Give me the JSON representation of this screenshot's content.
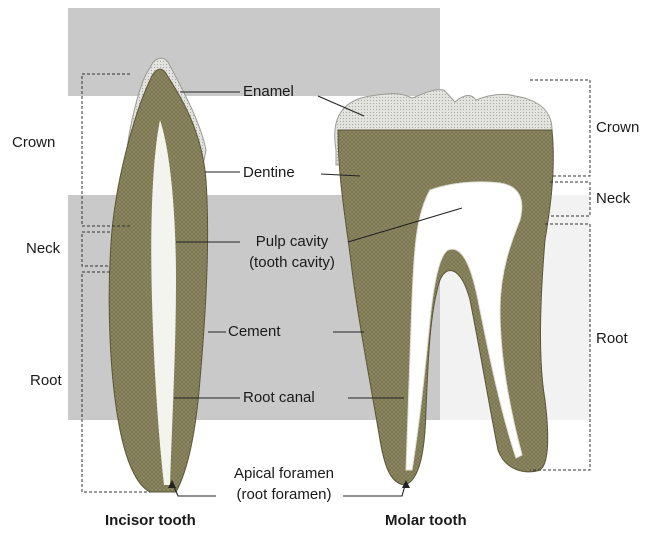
{
  "colors": {
    "background": "#ffffff",
    "grey_band": "#c9c9c9",
    "tooth_fill": "#8f8a63",
    "tooth_dark": "#6e6a48",
    "enamel": "#e3e3e0",
    "pulp": "#ffffff",
    "line": "#222222"
  },
  "left_labels": {
    "crown": "Crown",
    "neck": "Neck",
    "root": "Root"
  },
  "right_labels": {
    "crown": "Crown",
    "neck": "Neck",
    "root": "Root"
  },
  "center_labels": {
    "enamel": "Enamel",
    "dentine": "Dentine",
    "pulp_cavity": "Pulp cavity",
    "pulp_cavity_alt": "(tooth cavity)",
    "cement": "Cement",
    "root_canal": "Root canal",
    "apical_foramen": "Apical foramen",
    "apical_foramen_alt": "(root foramen)"
  },
  "captions": {
    "incisor": "Incisor tooth",
    "molar": "Molar tooth"
  }
}
